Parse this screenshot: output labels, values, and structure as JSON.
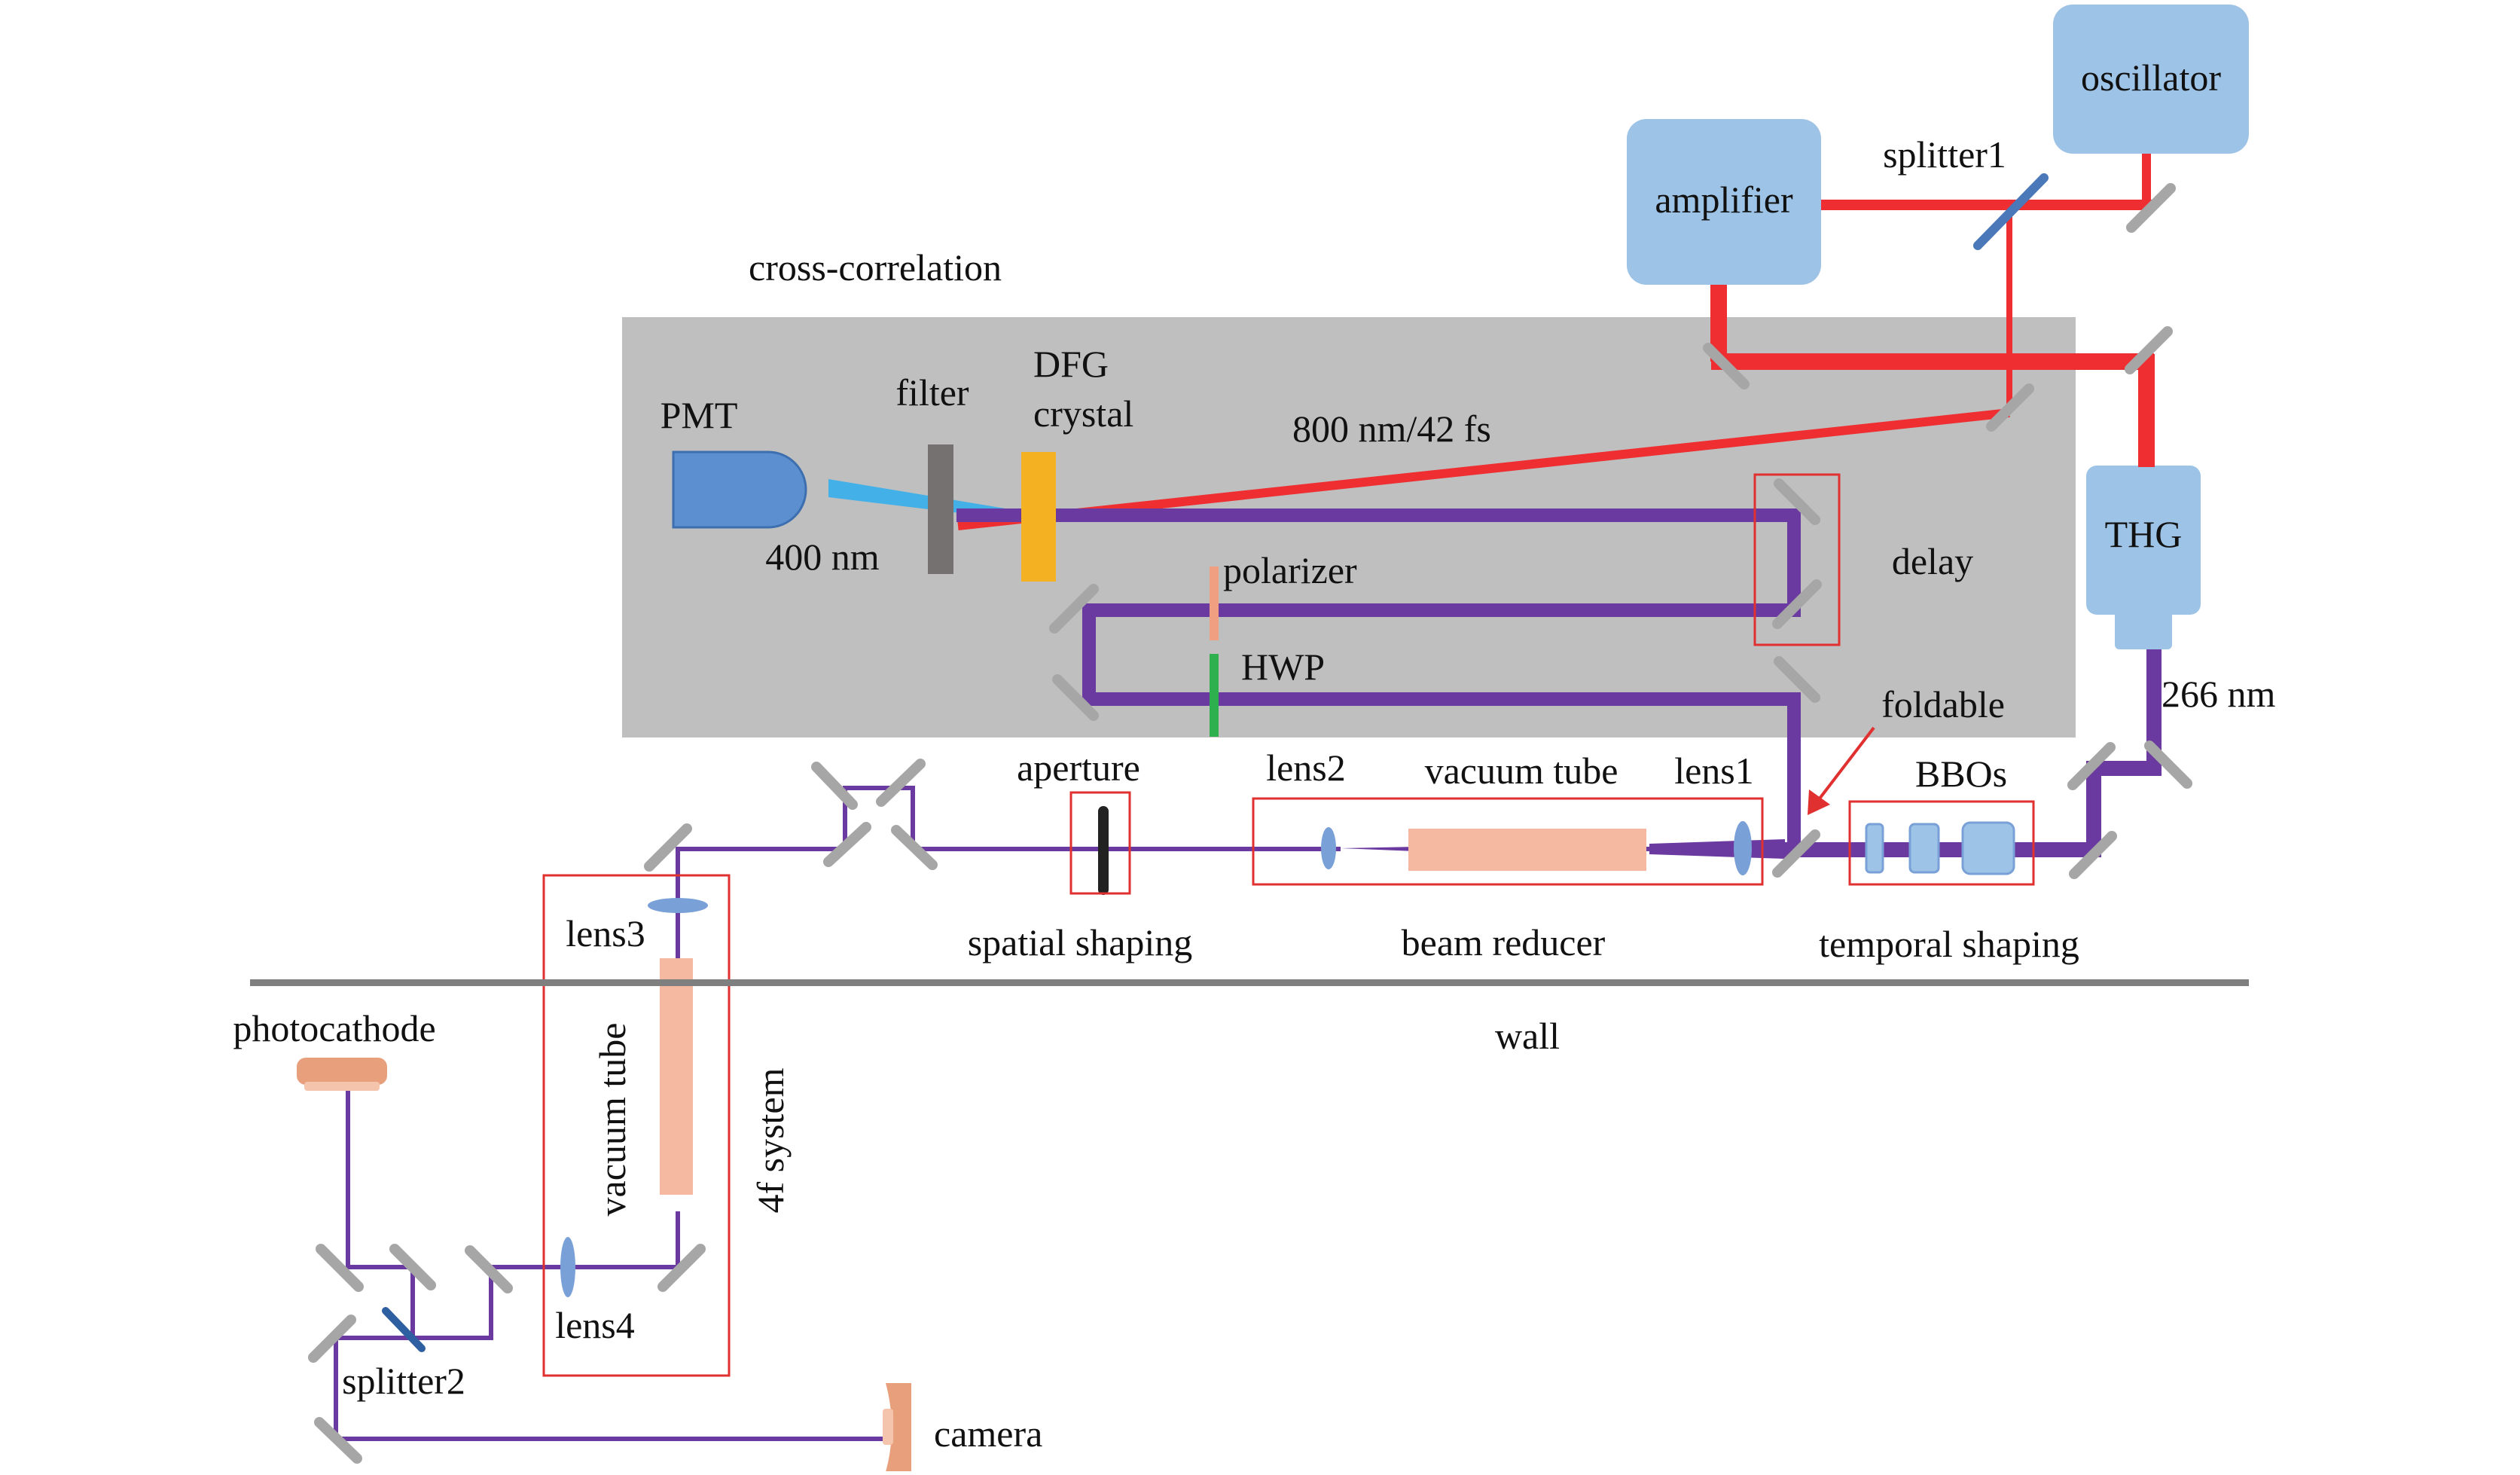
{
  "labels": {
    "oscillator": "oscillator",
    "amplifier": "amplifier",
    "splitter1": "splitter1",
    "cross_correlation": "cross-correlation",
    "pmt": "PMT",
    "filter": "filter",
    "dfg_line1": "DFG",
    "dfg_line2": "crystal",
    "beam_800": "800 nm/42 fs",
    "beam_400": "400 nm",
    "polarizer": "polarizer",
    "hwp": "HWP",
    "delay": "delay",
    "thg": "THG",
    "beam_266": "266 nm",
    "foldable": "foldable",
    "bbos": "BBOs",
    "aperture": "aperture",
    "lens1": "lens1",
    "lens2": "lens2",
    "lens3": "lens3",
    "lens4": "lens4",
    "vacuum_tube_h": "vacuum tube",
    "vacuum_tube_v": "vacuum tube",
    "spatial_shaping": "spatial shaping",
    "beam_reducer": "beam reducer",
    "temporal_shaping": "temporal shaping",
    "wall": "wall",
    "photocathode": "photocathode",
    "four_f_system": "4f system",
    "splitter2": "splitter2",
    "camera": "camera"
  },
  "colors": {
    "box_blue": "#9dc3e6",
    "pmt_blue": "#5b8fd0",
    "panel_gray": "#bfbfbf",
    "beam_red": "#ee2e31",
    "beam_purple": "#6b3aa0",
    "beam_cyan": "#44b0e8",
    "mirror_gray": "#a6a6a6",
    "filter_gray": "#767171",
    "dfg_orange": "#f4b122",
    "tube_peach": "#f4b9a0",
    "frame_red": "#e03030",
    "hwp_green": "#2eb04e",
    "polarizer_peach": "#f0a080",
    "photocathode_orange": "#e8a07c"
  }
}
